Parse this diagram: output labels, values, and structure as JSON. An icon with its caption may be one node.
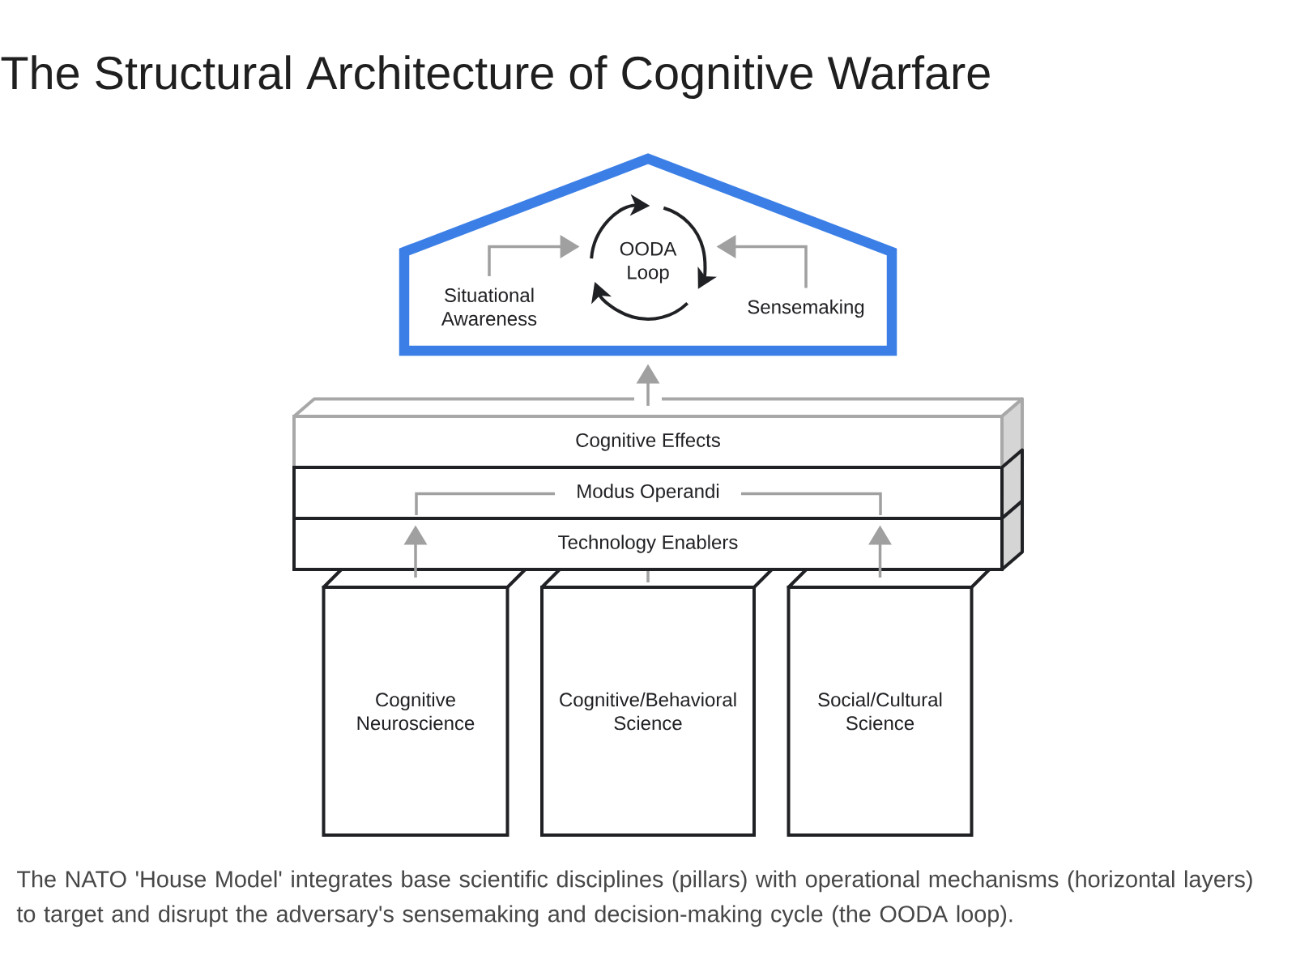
{
  "diagram": {
    "title": "The Structural Architecture of Cognitive Warfare",
    "caption": "The NATO 'House Model' integrates base scientific disciplines (pillars) with operational mechanisms (horizontal layers) to target and disrupt the adversary's sensemaking and decision-making cycle (the OODA loop).",
    "nodes": [
      {
        "text": [],
        "shape": "house"
      },
      {
        "text": [
          "Situational Awareness"
        ],
        "in": 0
      },
      {
        "text": [
          "OODA Loop"
        ],
        "in": 0
      },
      {
        "text": [
          "Sensemaking"
        ],
        "in": 0
      },
      {
        "text": [
          "Cognitive Effects"
        ]
      },
      {
        "text": [
          "Modus Operandi"
        ]
      },
      {
        "text": [
          "Technology Enablers"
        ]
      },
      {
        "text": [
          "Cognitive Neuroscience"
        ]
      },
      {
        "text": [
          "Cognitive/Behavioral Science"
        ]
      },
      {
        "text": [
          "Social/Cultural Science"
        ]
      }
    ],
    "edges": [
      {
        "from": 1,
        "to": 2,
        "arrow": "to"
      },
      {
        "from": 3,
        "to": 2,
        "arrow": "to"
      },
      {
        "from": 4,
        "to": 0,
        "arrow": "to"
      },
      {
        "from": 6,
        "to": 5,
        "arrow": "none"
      },
      {
        "from": 6,
        "to": 5,
        "arrow": "none"
      },
      {
        "from": 7,
        "to": 6,
        "arrow": "to"
      },
      {
        "from": 8,
        "to": 6,
        "arrow": "none"
      },
      {
        "from": 9,
        "to": 6,
        "arrow": "to"
      }
    ]
  }
}
